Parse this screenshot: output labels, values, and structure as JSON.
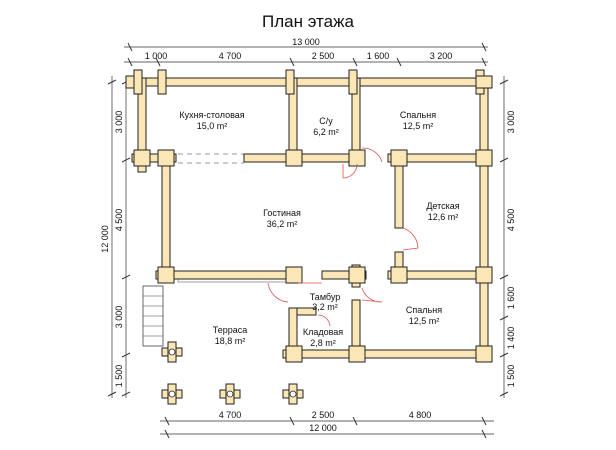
{
  "title": "План этажа",
  "colors": {
    "beam_fill": "#fbe6b6",
    "beam_stroke": "#222222",
    "door_arc": "#d9534f"
  },
  "dimensions": {
    "top_total": "13 000",
    "top": [
      "1 000",
      "4 700",
      "2 500",
      "1 600",
      "3 200"
    ],
    "bottom": [
      "4 700",
      "2 500",
      "4 800"
    ],
    "bottom_total": "12 000",
    "left_total": "12 000",
    "left": [
      "3 000",
      "4 500",
      "3 000",
      "1 500"
    ],
    "right": [
      "3 000",
      "4 500",
      "1 600",
      "1 400",
      "1 500"
    ]
  },
  "rooms": [
    {
      "name": "Кухня-столовая",
      "area": "15,0 m²"
    },
    {
      "name": "С/у",
      "area": "6,2 m²"
    },
    {
      "name": "Спальня",
      "area": "12,5 m²"
    },
    {
      "name": "Гостиная",
      "area": "36,2 m²"
    },
    {
      "name": "Детская",
      "area": "12,6 m²"
    },
    {
      "name": "Тамбур",
      "area": "3,2 m²"
    },
    {
      "name": "Спальня",
      "area": "12,5 m²"
    },
    {
      "name": "Терраса",
      "area": "18,8 m²"
    },
    {
      "name": "Кладовая",
      "area": "2,8 m²"
    }
  ]
}
